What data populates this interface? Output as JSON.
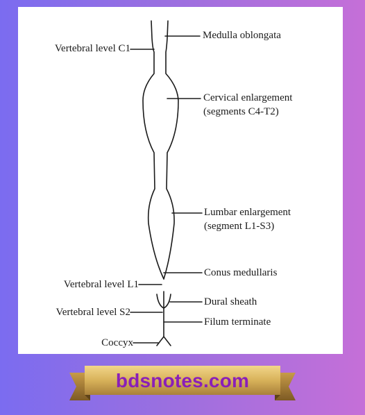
{
  "diagram": {
    "labels": {
      "medulla": "Medulla oblongata",
      "cervical_1": "Cervical enlargement",
      "cervical_2": "(segments C4-T2)",
      "lumbar_1": "Lumbar enlargement",
      "lumbar_2": "(segment L1-S3)",
      "conus": "Conus medullaris",
      "dural": "Dural sheath",
      "filum": "Filum terminate",
      "c1": "Vertebral level C1",
      "l1": "Vertebral level L1",
      "s2": "Vertebral level S2",
      "coccyx": "Coccyx"
    }
  },
  "banner": {
    "text": "bdsnotes.com",
    "text_color": "#8a1fb8",
    "gold_color": "#d8b25a"
  },
  "background": {
    "gradient_left": "#7b6cf0",
    "gradient_right": "#c56fd8"
  }
}
